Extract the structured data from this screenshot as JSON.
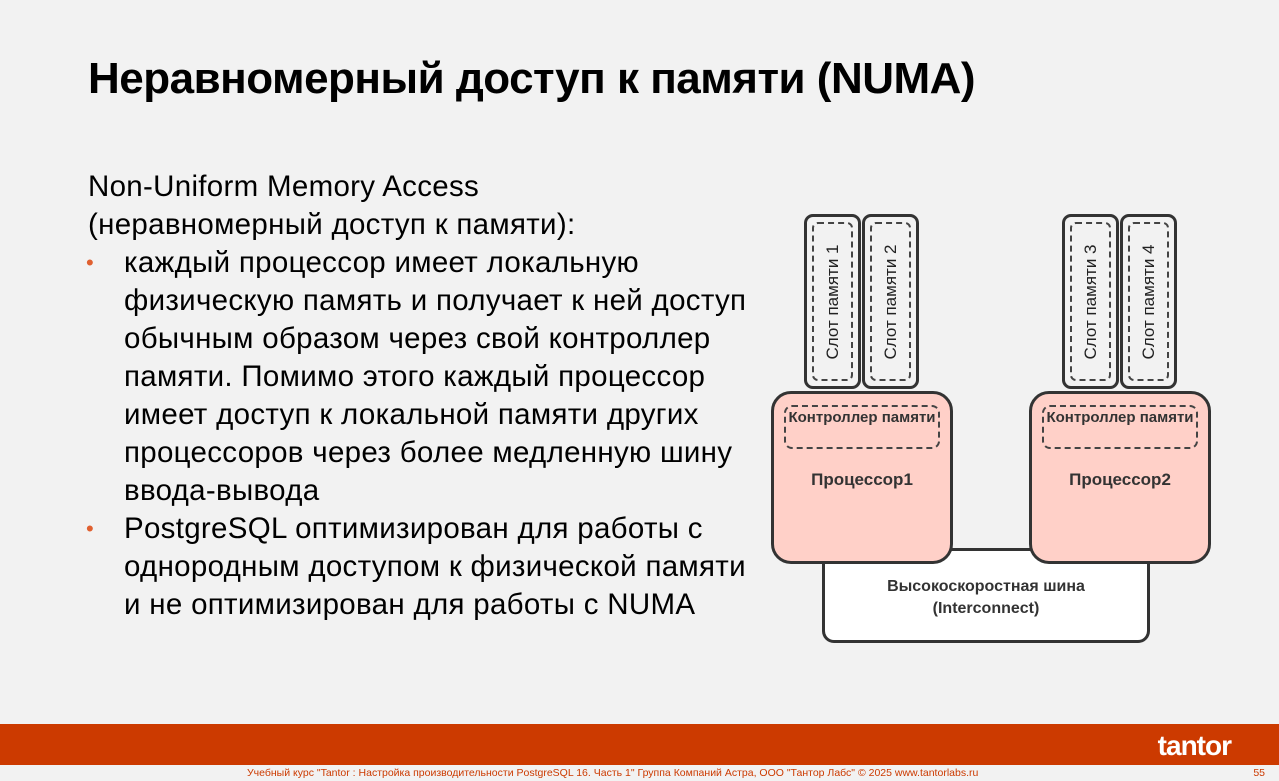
{
  "title": "Неравномерный доступ к памяти (NUMA)",
  "intro": [
    "Non-Uniform Memory Access",
    "(неравномерный доступ к памяти):"
  ],
  "bullets": [
    "каждый процессор имеет локальную физическую память и получает к ней доступ обычным образом через свой контроллер памяти. Помимо этого каждый процессор имеет доступ к локальной памяти других процессоров через более медленную шину ввода-вывода",
    "PostgreSQL оптимизирован для работы с однородным доступом к физической памяти и не оптимизирован для работы с NUMA"
  ],
  "diagram": {
    "slots": [
      "Слот памяти 1",
      "Слот памяти 2",
      "Слот памяти 3",
      "Слот памяти 4"
    ],
    "controller": "Контроллер памяти",
    "processors": [
      "Процессор1",
      "Процессор2"
    ],
    "bus": [
      "Высокоскоростная шина",
      "(Interconnect)"
    ]
  },
  "footer": {
    "text": "Учебный курс \"Tantor : Настройка производительности PostgreSQL 16. Часть 1\" Группа Компаний Астра, ООО \"Тантор Лабс\" © 2025  www.tantorlabs.ru",
    "page": "55",
    "logo": "tantor"
  },
  "colors": {
    "accent": "#cc3a00",
    "processor": "#ffd0c8"
  }
}
